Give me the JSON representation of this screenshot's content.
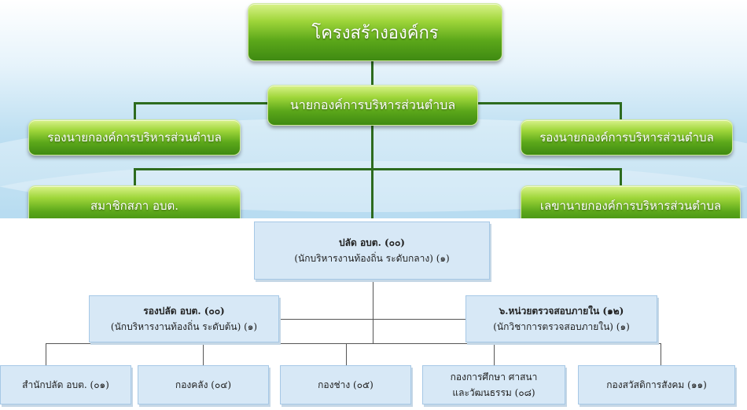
{
  "org_chart": {
    "title": "โครงสร้างองค์กร",
    "mayor": "นายกองค์การบริหารส่วนตำบล",
    "deputy_left": "รองนายกองค์การบริหารส่วนตำบล",
    "deputy_right": "รองนายกองค์การบริหารส่วนตำบล",
    "council": "สมาชิกสภา อบต.",
    "secretary": "เลขานายกองค์การบริหารส่วนตำบล"
  },
  "admin_chart": {
    "chief": {
      "line1": "ปลัด  อบต. (๐๐)",
      "line2": "(นักบริหารงานท้องถิ่น ระดับกลาง) (๑)"
    },
    "deputy": {
      "line1": "รองปลัด  อบต. (๐๐)",
      "line2": "(นักบริหารงานท้องถิ่น ระดับต้น) (๑)"
    },
    "audit": {
      "line1": "๖.หน่วยตรวจสอบภายใน (๑๒)",
      "line2": "(นักวิชาการตรวจสอบภายใน) (๑)"
    },
    "departments": [
      {
        "line1": "สำนักปลัด อบต. (๐๑)",
        "line2": ""
      },
      {
        "line1": "กองคลัง (๐๔)",
        "line2": ""
      },
      {
        "line1": "กองช่าง (๐๕)",
        "line2": ""
      },
      {
        "line1": "กองการศึกษา ศาสนา",
        "line2": "และวัฒนธรรม (๐๘)"
      },
      {
        "line1": "กองสวัสดิการสังคม (๑๑)",
        "line2": ""
      }
    ]
  }
}
